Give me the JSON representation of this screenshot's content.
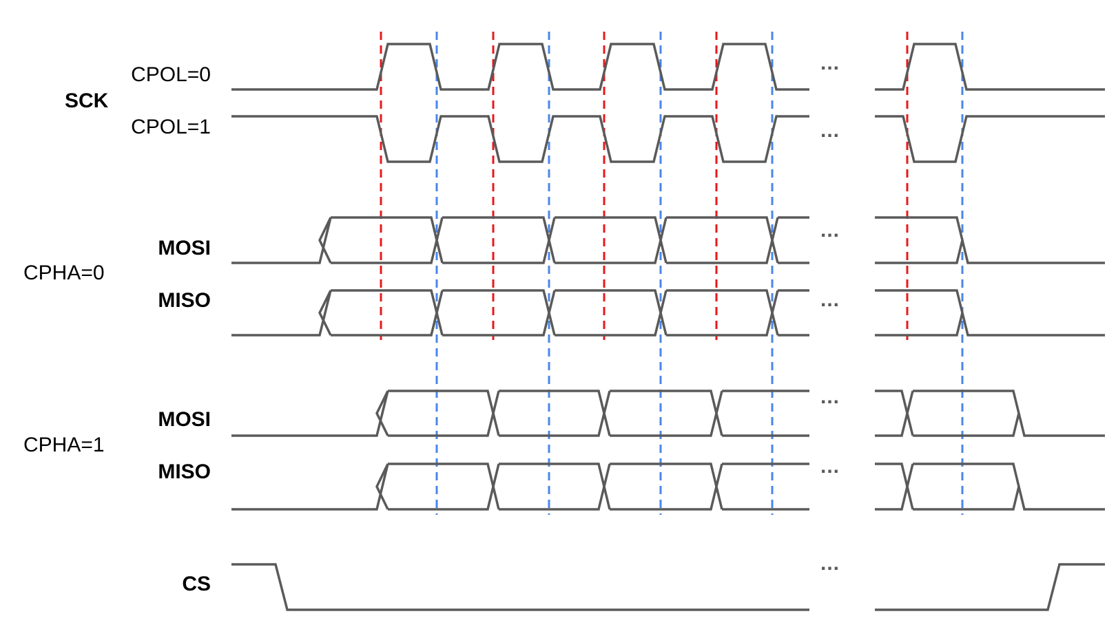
{
  "labels": {
    "sck": "SCK",
    "cpol0": "CPOL=0",
    "cpol1": "CPOL=1",
    "cpha0": "CPHA=0",
    "cpha1": "CPHA=1",
    "mosi_cpha0": "MOSI",
    "miso_cpha0": "MISO",
    "mosi_cpha1": "MOSI",
    "miso_cpha1": "MISO",
    "cs": "CS",
    "ellipsis": "..."
  },
  "colors": {
    "signal": "#5a5a5a",
    "red_guide": "#e8181b",
    "blue_guide": "#4a86e8",
    "text": "#000000"
  }
}
